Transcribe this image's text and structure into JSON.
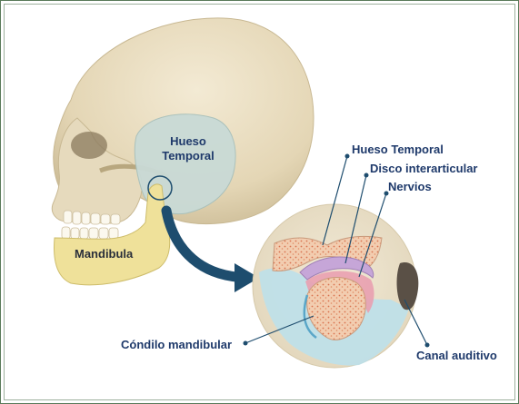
{
  "labels": {
    "temporal_bone_skull": "Hueso\nTemporal",
    "mandible": "Mandibula",
    "temporal_bone_inset": "Hueso Temporal",
    "articular_disc": "Disco interarticular",
    "nerves": "Nervios",
    "mandibular_condyle": "Cóndilo mandibular",
    "ear_canal": "Canal auditivo"
  },
  "colors": {
    "skull_bone": "#e8dcc0",
    "temporal_region": "#c9dad6",
    "mandible": "#efe19a",
    "arrow": "#1e4d6e",
    "label_text": "#1f3a6b",
    "inset_background": "#e9dfc8",
    "soft_tissue_blue": "#bde0ea",
    "articular_disc": "#c6a6d8",
    "synovial_pink": "#e9a0b0",
    "bone_marrow": "#f0c7a8",
    "ear_canal": "#5a5046"
  }
}
